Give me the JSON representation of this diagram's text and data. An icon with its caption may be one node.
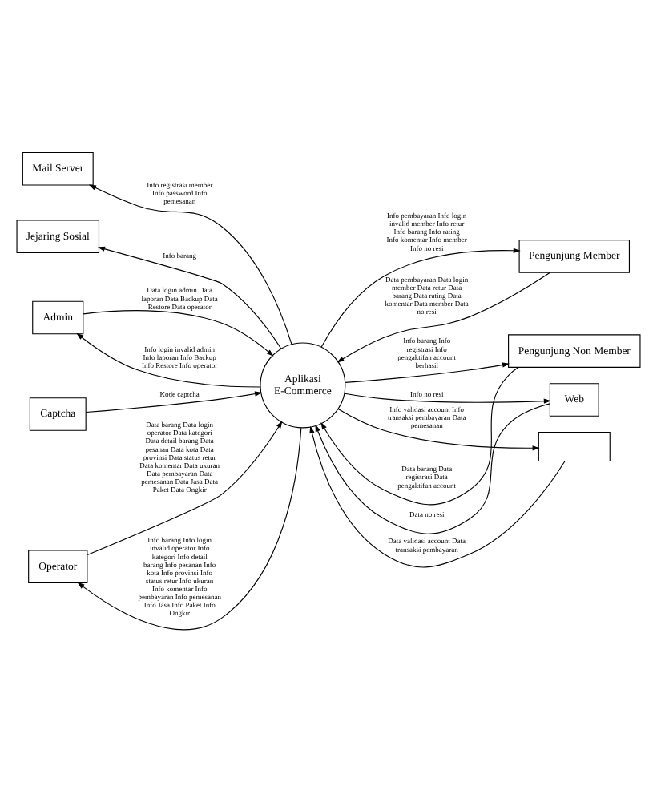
{
  "diagram": {
    "nodes": [
      {
        "text": [
          "Mail Server"
        ]
      },
      {
        "text": [
          "Jejaring Sosial"
        ]
      },
      {
        "text": [
          "Admin"
        ]
      },
      {
        "text": [
          "Pengunjung Member"
        ]
      },
      {
        "text": [
          "Captcha"
        ]
      },
      {
        "text": [
          "Aplikasi E-Commerce"
        ]
      },
      {
        "text": [
          "Pengunjung Non Member"
        ]
      },
      {
        "text": [
          "Operator"
        ]
      },
      {
        "text": [
          "Web"
        ]
      },
      {
        "text": [],
        "shape": "box"
      }
    ],
    "edges": [
      {
        "from": 5,
        "to": 0,
        "arrow": "to",
        "label": "Info registrasi member Info password Info pemesanan"
      },
      {
        "from": 5,
        "to": 1,
        "arrow": "to",
        "label": "Info barang"
      },
      {
        "from": 2,
        "to": 5,
        "arrow": "to",
        "label": "Data login admin Data laporan Data Backup Data Restore Data operator"
      },
      {
        "from": 5,
        "to": 2,
        "arrow": "to",
        "label": "Info login invalid admin Info laporan Info Backup Info Restore Info operator"
      },
      {
        "from": 3,
        "to": 5,
        "arrow": "to",
        "label": "Data pembayaran Data login member Data retur Data barang Data rating Data komentar Data member Data no resi"
      },
      {
        "from": 5,
        "to": 3,
        "arrow": "to",
        "label": "Info pembayaran Info login invalid member Info retur Info barang Info rating Info komentar Info member Info no resi"
      },
      {
        "from": 4,
        "to": 5,
        "arrow": "to",
        "label": "Kode captcha"
      },
      {
        "from": 6,
        "to": 5,
        "arrow": "to",
        "label": "Data barang Data registrasi Data pengaktifan account"
      },
      {
        "from": 5,
        "to": 6,
        "arrow": "to",
        "label": "Info barang Info registrasi Info pengaktifan account berhasil"
      },
      {
        "from": 7,
        "to": 5,
        "arrow": "to",
        "label": "Data barang Data login operator Data kategori Data detail barang Data pesanan Data kota Data provinsi Data status retur Data komentar Data ukuran Data pembayaran Data pemesanan Data Jasa Data Paket Data Ongkir"
      },
      {
        "from": 5,
        "to": 7,
        "arrow": "to",
        "label": "Info barang Info login invalid operator Info kategori Info detail barang Info pesanan Info kota Info provinsi Info status retur Info ukuran Info komentar Info pembayaran Info pemesanan Info Jasa Info Paket Info Ongkir"
      },
      {
        "from": 8,
        "to": 5,
        "arrow": "to",
        "label": "Data no resi"
      },
      {
        "from": 5,
        "to": 8,
        "arrow": "to",
        "label": "Info no resi"
      },
      {
        "from": 9,
        "to": 5,
        "arrow": "to",
        "label": "Data validasi account Data transaksi pembayaran"
      },
      {
        "from": 5,
        "to": 9,
        "arrow": "to",
        "label": "Info validasi account Info transaksi pembayaran Data pemesanan"
      }
    ]
  }
}
